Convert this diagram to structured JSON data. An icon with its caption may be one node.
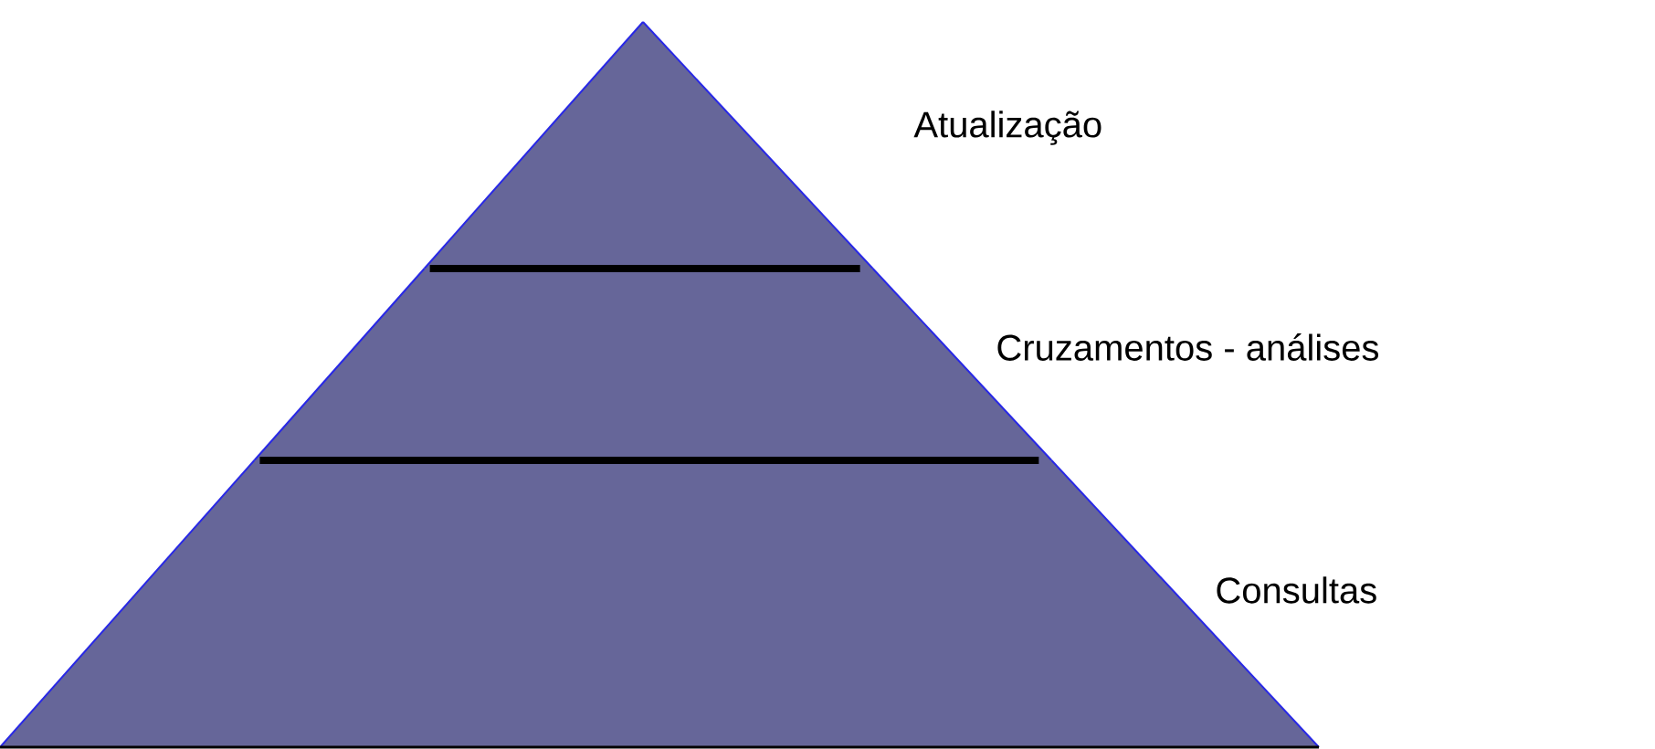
{
  "diagram": {
    "nodes": [
      {
        "text": [
          "Atualização"
        ]
      },
      {
        "text": [
          "Cruzamentos - análises"
        ]
      },
      {
        "text": [
          "Consultas"
        ]
      }
    ]
  }
}
